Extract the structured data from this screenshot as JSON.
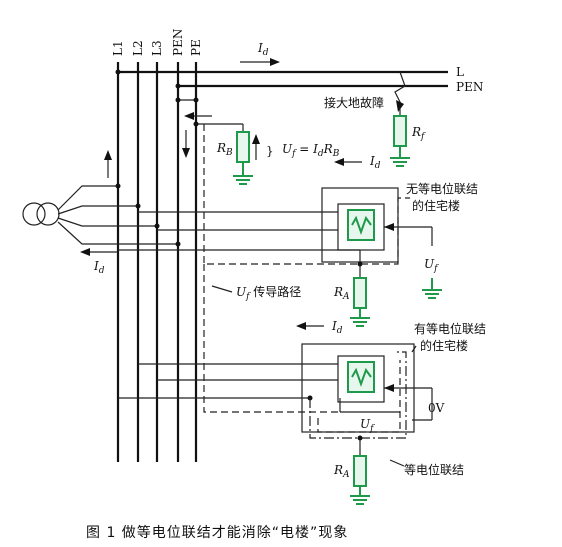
{
  "conductors": {
    "l1": "L1",
    "l2": "L2",
    "l3": "L3",
    "pen": "PEN",
    "pe": "PE"
  },
  "right_lines": {
    "l": "L",
    "pen": "PEN"
  },
  "currents": {
    "symbol": "I",
    "sub": "d"
  },
  "fault_label": "接大地故障",
  "rf": {
    "symbol": "R",
    "sub": "f"
  },
  "rb": {
    "symbol": "R",
    "sub": "B"
  },
  "ra": {
    "symbol": "R",
    "sub": "A"
  },
  "equation": {
    "lhs": "U",
    "lhs_sub": "f",
    "mid": " = I",
    "mid_sub": "d",
    "rhs": "R",
    "rhs_sub": "B"
  },
  "uf": {
    "symbol": "U",
    "sub": "f"
  },
  "conduction_path": {
    "symbol": "U",
    "sub": "f",
    "text": " 传导路径"
  },
  "building_no_eq": [
    "无等电位联结",
    "的住宅楼"
  ],
  "building_eq": [
    "有等电位联结",
    "的住宅楼"
  ],
  "zero_volt": "0V",
  "eq_bonding": "等电位联结",
  "caption": "图 1   做等电位联结才能消除“电楼”现象",
  "colors": {
    "resistor": "#1e9a4a",
    "wire": "#111111"
  }
}
